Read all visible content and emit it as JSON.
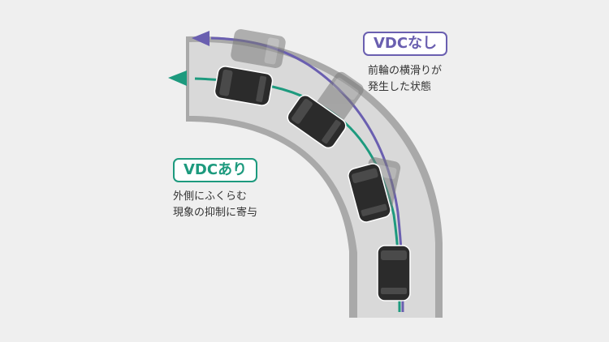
{
  "colors": {
    "background": "#efefef",
    "road_outer": "#a8a8a8",
    "road_surface": "#dadada",
    "with_vdc": "#1d9a7e",
    "without_vdc": "#6a5fb0",
    "car_body": "#2b2b2b"
  },
  "without_vdc": {
    "badge": "VDCなし",
    "desc_line1": "前輪の横滑りが",
    "desc_line2": "発生した状態"
  },
  "with_vdc": {
    "badge": "VDCあり",
    "desc_line1": "外側にふくらむ",
    "desc_line2": "現象の抑制に寄与"
  }
}
